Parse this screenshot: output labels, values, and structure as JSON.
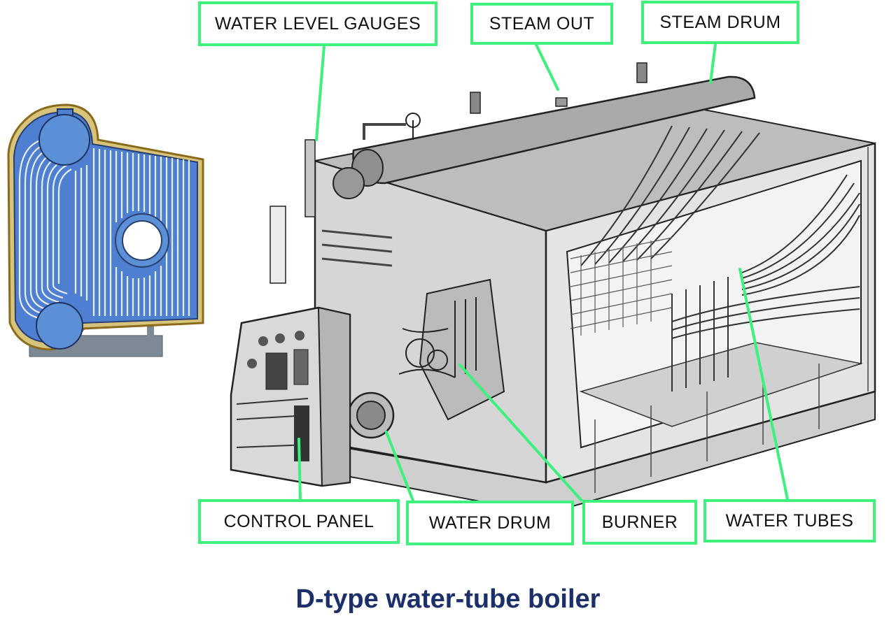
{
  "title": "D-type water-tube boiler",
  "labels": {
    "water_level_gauges": "WATER LEVEL GAUGES",
    "steam_out": "STEAM OUT",
    "steam_drum": "STEAM DRUM",
    "control_panel": "CONTROL PANEL",
    "water_drum": "WATER DRUM",
    "burner": "BURNER",
    "water_tubes": "WATER TUBES"
  },
  "colors": {
    "label_border": "#3ef07c",
    "leader_line": "#3ef07c",
    "title": "#1b2f6b",
    "schematic_drum": "#5b8fd6",
    "schematic_casing": "#c9a94a"
  }
}
